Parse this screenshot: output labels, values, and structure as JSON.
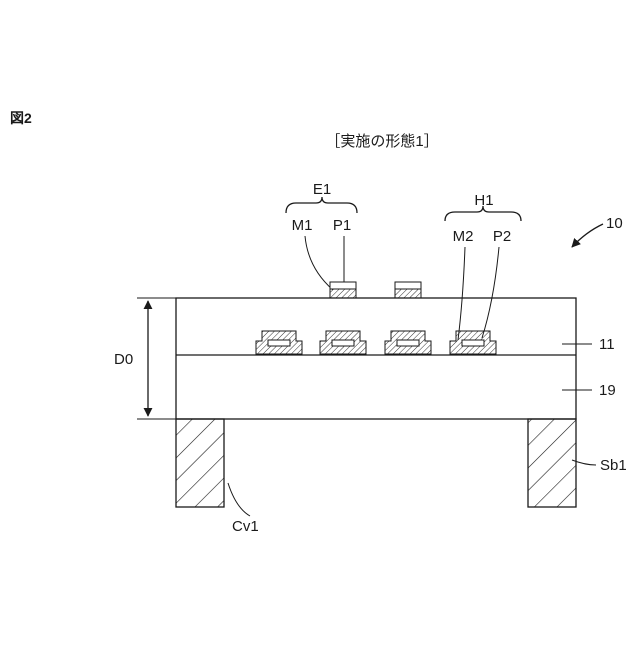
{
  "figure_number": "図2",
  "embodiment_title": "［実施の形態1］",
  "labels": {
    "E1": "E1",
    "M1": "M1",
    "P1": "P1",
    "H1": "H1",
    "M2": "M2",
    "P2": "P2",
    "ref_10": "10",
    "ref_11": "11",
    "ref_19": "19",
    "D0": "D0",
    "Sb1": "Sb1",
    "Cv1": "Cv1"
  }
}
